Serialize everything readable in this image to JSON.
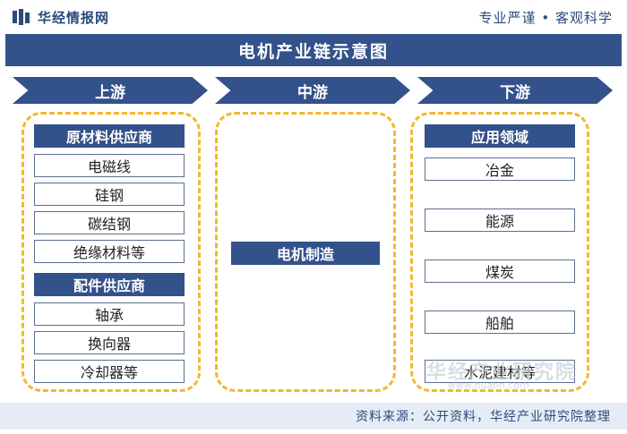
{
  "header": {
    "brand": "华经情报网",
    "slogan": "专业严谨 • 客观科学"
  },
  "title": "电机产业链示意图",
  "stages": {
    "upstream": "上游",
    "midstream": "中游",
    "downstream": "下游"
  },
  "upstream": {
    "raw_materials": {
      "header": "原材料供应商",
      "items": [
        "电磁线",
        "硅钢",
        "碳结钢",
        "绝缘材料等"
      ]
    },
    "parts": {
      "header": "配件供应商",
      "items": [
        "轴承",
        "换向器",
        "冷却器等"
      ]
    }
  },
  "midstream": {
    "label": "电机制造"
  },
  "downstream": {
    "header": "应用领域",
    "items": [
      "冶金",
      "能源",
      "煤炭",
      "船舶",
      "水泥建材等"
    ]
  },
  "watermark": {
    "text": "华经产业研究院",
    "url": "www.huaon.com"
  },
  "source": "资料来源：公开资料，华经产业研究院整理",
  "colors": {
    "primary": "#33518a",
    "accent_dashed": "#f2b82f"
  }
}
